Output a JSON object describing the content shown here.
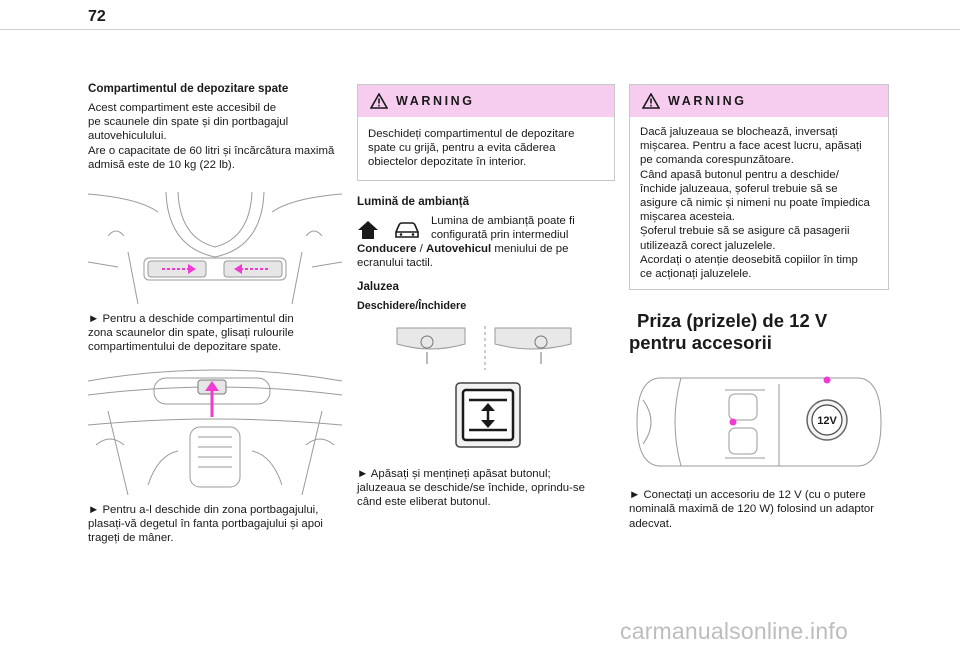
{
  "page": {
    "number": "72",
    "watermark": "carmanualsonline.info"
  },
  "col1": {
    "heading": "Compartimentul de depozitare spate",
    "para_lines": [
      "Acest compartiment este accesibil de",
      "pe scaunele din spate și din portbagajul",
      "autovehiculului.",
      "Are o capacitate de 60 litri și încărcătura maximă",
      "admisă este de 10 kg (22 lb)."
    ],
    "step1_lines": [
      "►  Pentru a deschide compartimentul din",
      "zona scaunelor din spate, glisați rulourile",
      "compartimentului de depozitare spate."
    ],
    "step2_lines": [
      "►  Pentru a-l deschide din zona portbagajului,",
      "plasați-vă degetul în fanta portbagajului și apoi",
      "trageți de mâner."
    ]
  },
  "col2": {
    "warning": {
      "title": "WARNING",
      "lines": [
        "Deschideți compartimentul de depozitare",
        "spate cu grijă, pentru a evita căderea",
        "obiectelor depozitate în interior."
      ]
    },
    "ambient_heading": "Lumină de ambianță",
    "ambient_line1": "Lumina de ambianță poate fi",
    "ambient_line2": "configurată prin intermediul",
    "ambient_bold1": "Conducere",
    "ambient_sep": " / ",
    "ambient_bold2": "Autovehicul",
    "ambient_rest": " meniului de pe",
    "ambient_line4": "ecranului tactil.",
    "blind_heading": "Jaluzea",
    "blind_sub": "Deschidere/Închidere",
    "step_lines": [
      "►  Apăsați și mențineți apăsat butonul;",
      "jaluzeaua se deschide/se închide, oprindu-se",
      "când este eliberat butonul."
    ]
  },
  "col3": {
    "warning": {
      "title": "WARNING",
      "lines": [
        "Dacă jaluzeaua se blochează, inversați",
        "mișcarea. Pentru a face acest lucru, apăsați",
        "pe comanda corespunzătoare.",
        "Când apasă butonul pentru a deschide/",
        "închide jaluzeaua, șoferul trebuie să se",
        "asigure că nimic și nimeni nu poate împiedica",
        "mișcarea acesteia.",
        "Șoferul trebuie să se asigure că pasagerii",
        "utilizează corect jaluzelele.",
        "Acordați o atenție deosebită copiilor în timp",
        "ce acționați jaluzelele."
      ]
    },
    "title_lines": [
      "Priza (prizele) de 12 V",
      "pentru accesorii"
    ],
    "socket_label": "12V",
    "step_lines": [
      "►  Conectați un accesoriu de 12 V (cu o putere",
      "nominală maximă de 120 W) folosind un adaptor",
      "adecvat."
    ]
  },
  "colors": {
    "accent": "#f03ad2",
    "warning_bg": "#f7cdef",
    "line": "#9a9a9a"
  }
}
